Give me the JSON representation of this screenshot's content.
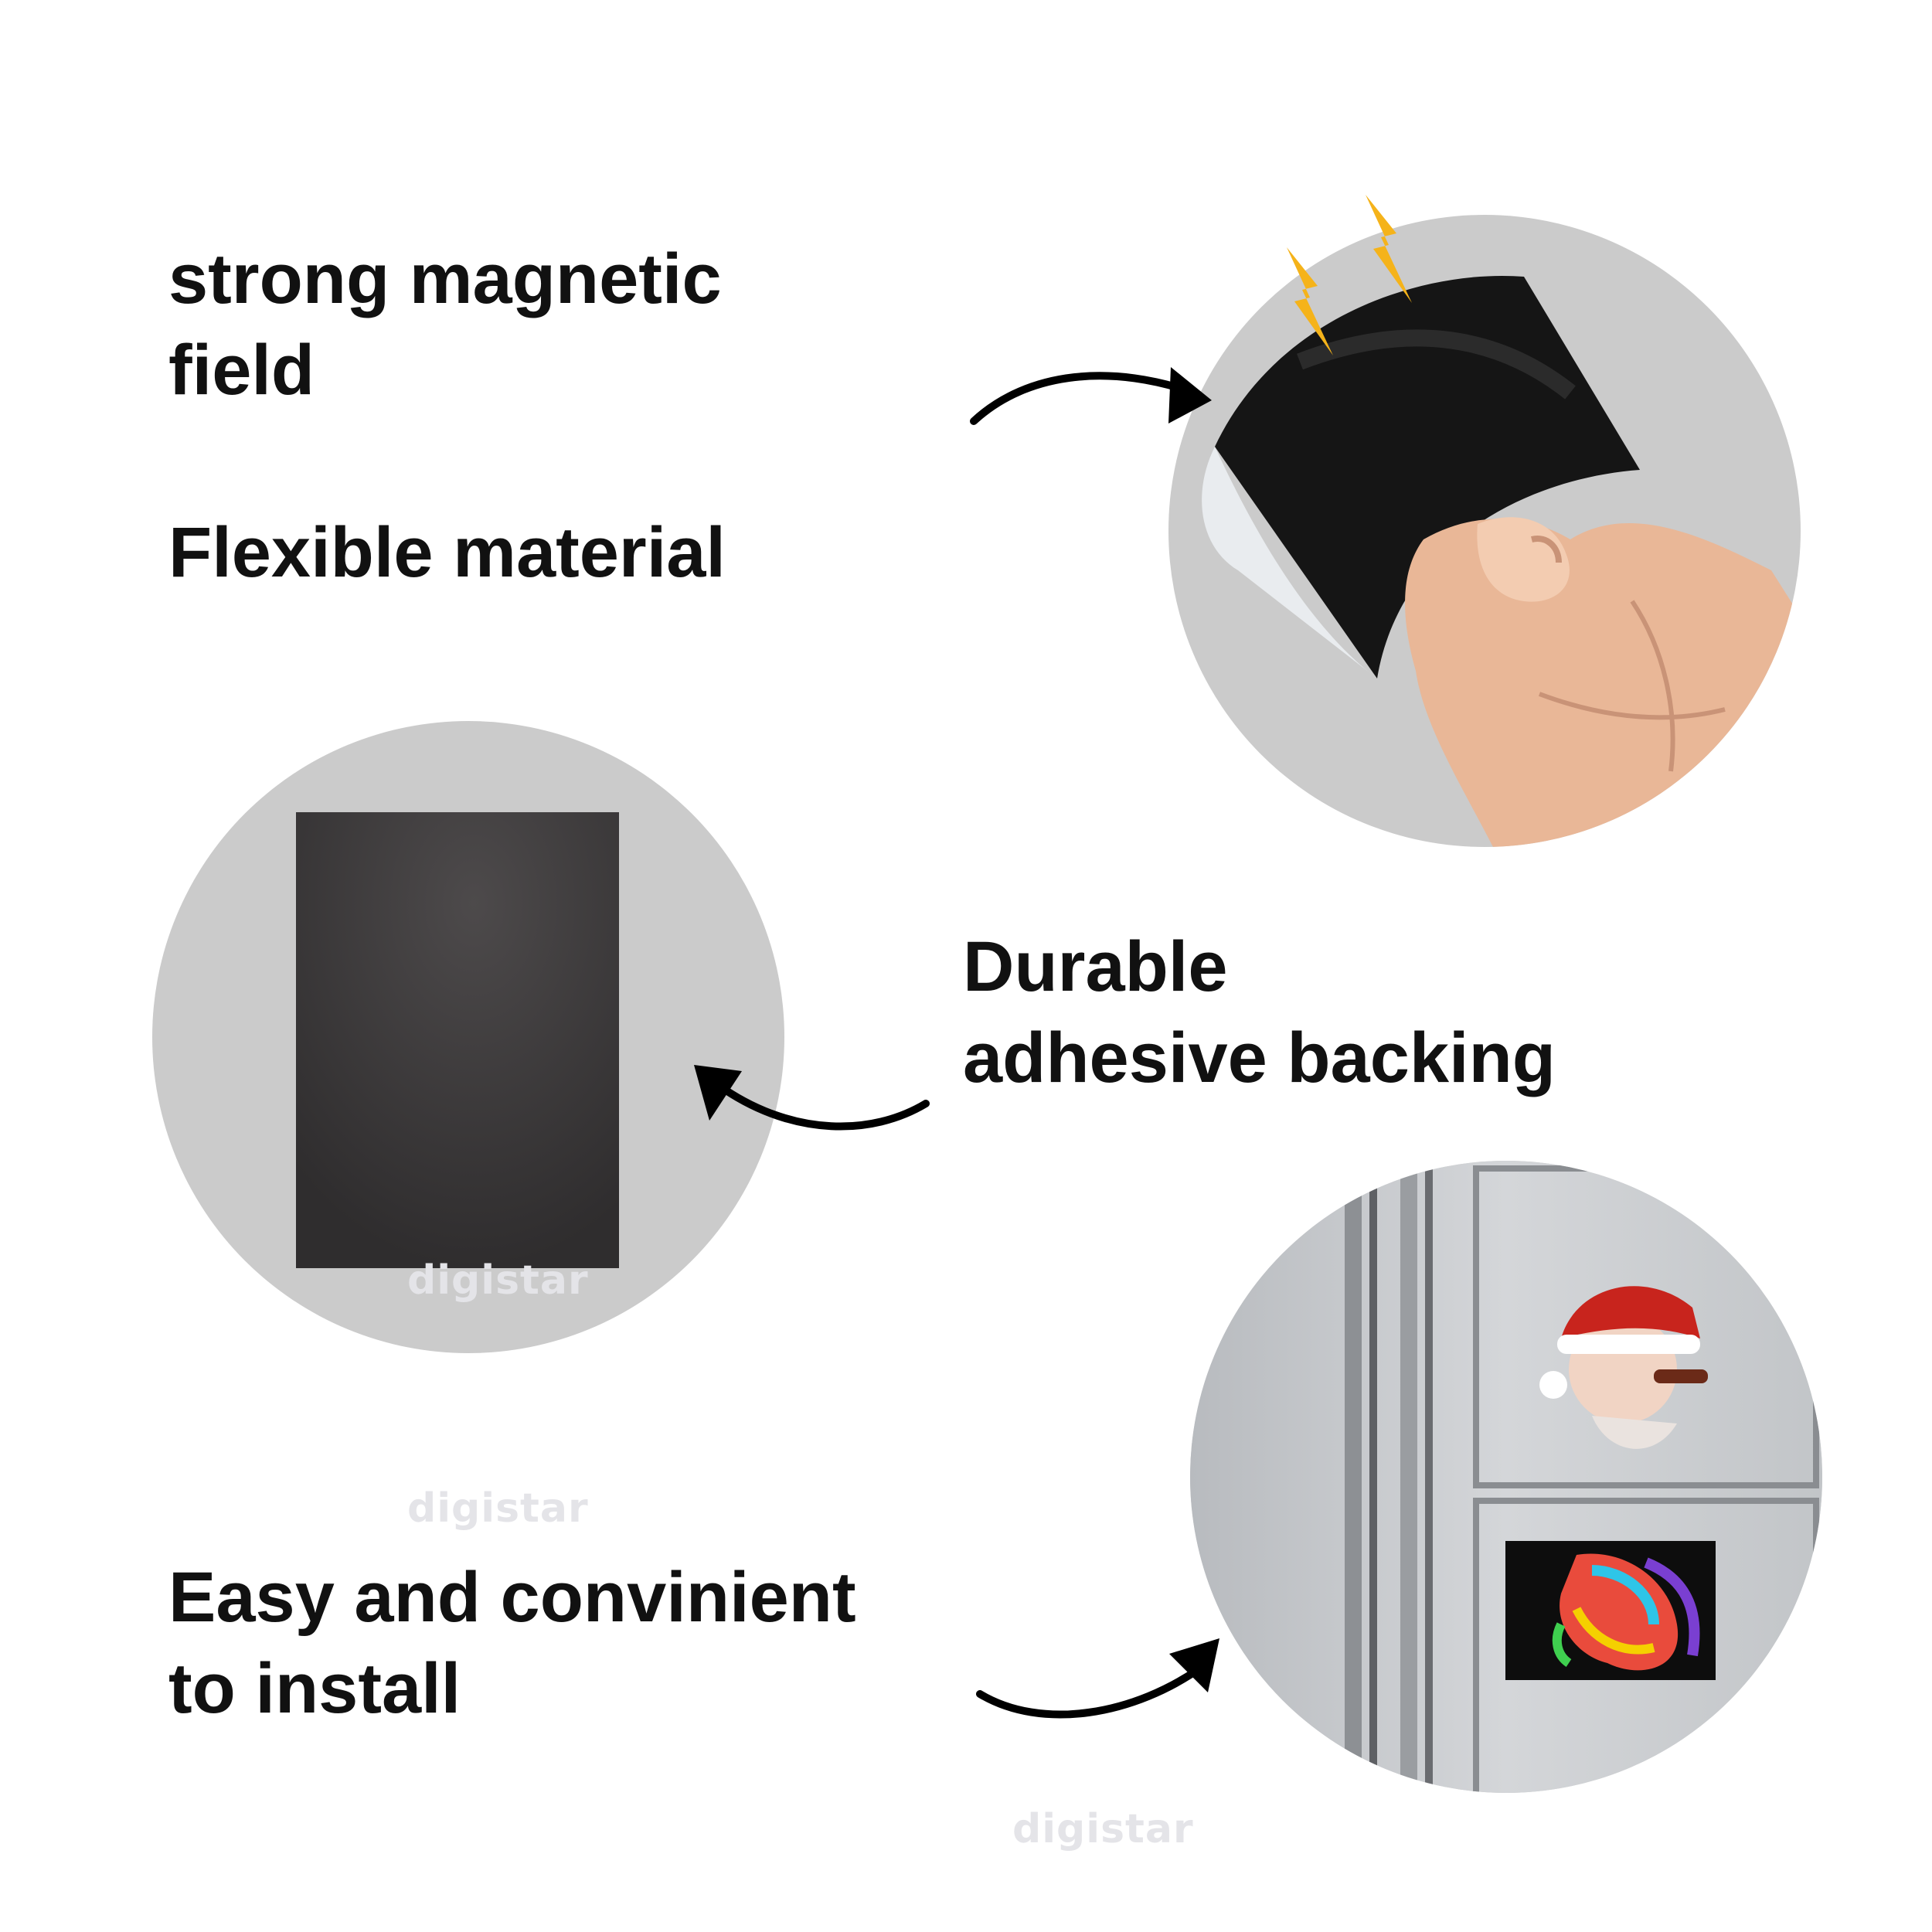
{
  "features": {
    "magnetic_line1": "strong magnetic",
    "magnetic_line2": "field",
    "flexible": "Flexible material",
    "durable_line1": "Durable",
    "durable_line2": "adhesive backing",
    "install_line1": "Easy and convinient",
    "install_line2": "to install"
  },
  "watermarks": {
    "left_sheet": "digistar",
    "middle": "digistar",
    "bottom": "digistar"
  },
  "colors": {
    "circle_bg": "#cbcbcb",
    "text": "#111111",
    "bolt": "#f5b31a",
    "magnet_black": "#111111"
  },
  "icons": {
    "bolts": "lightning-bolt-icon",
    "arrows": "curved-arrow-icon"
  }
}
